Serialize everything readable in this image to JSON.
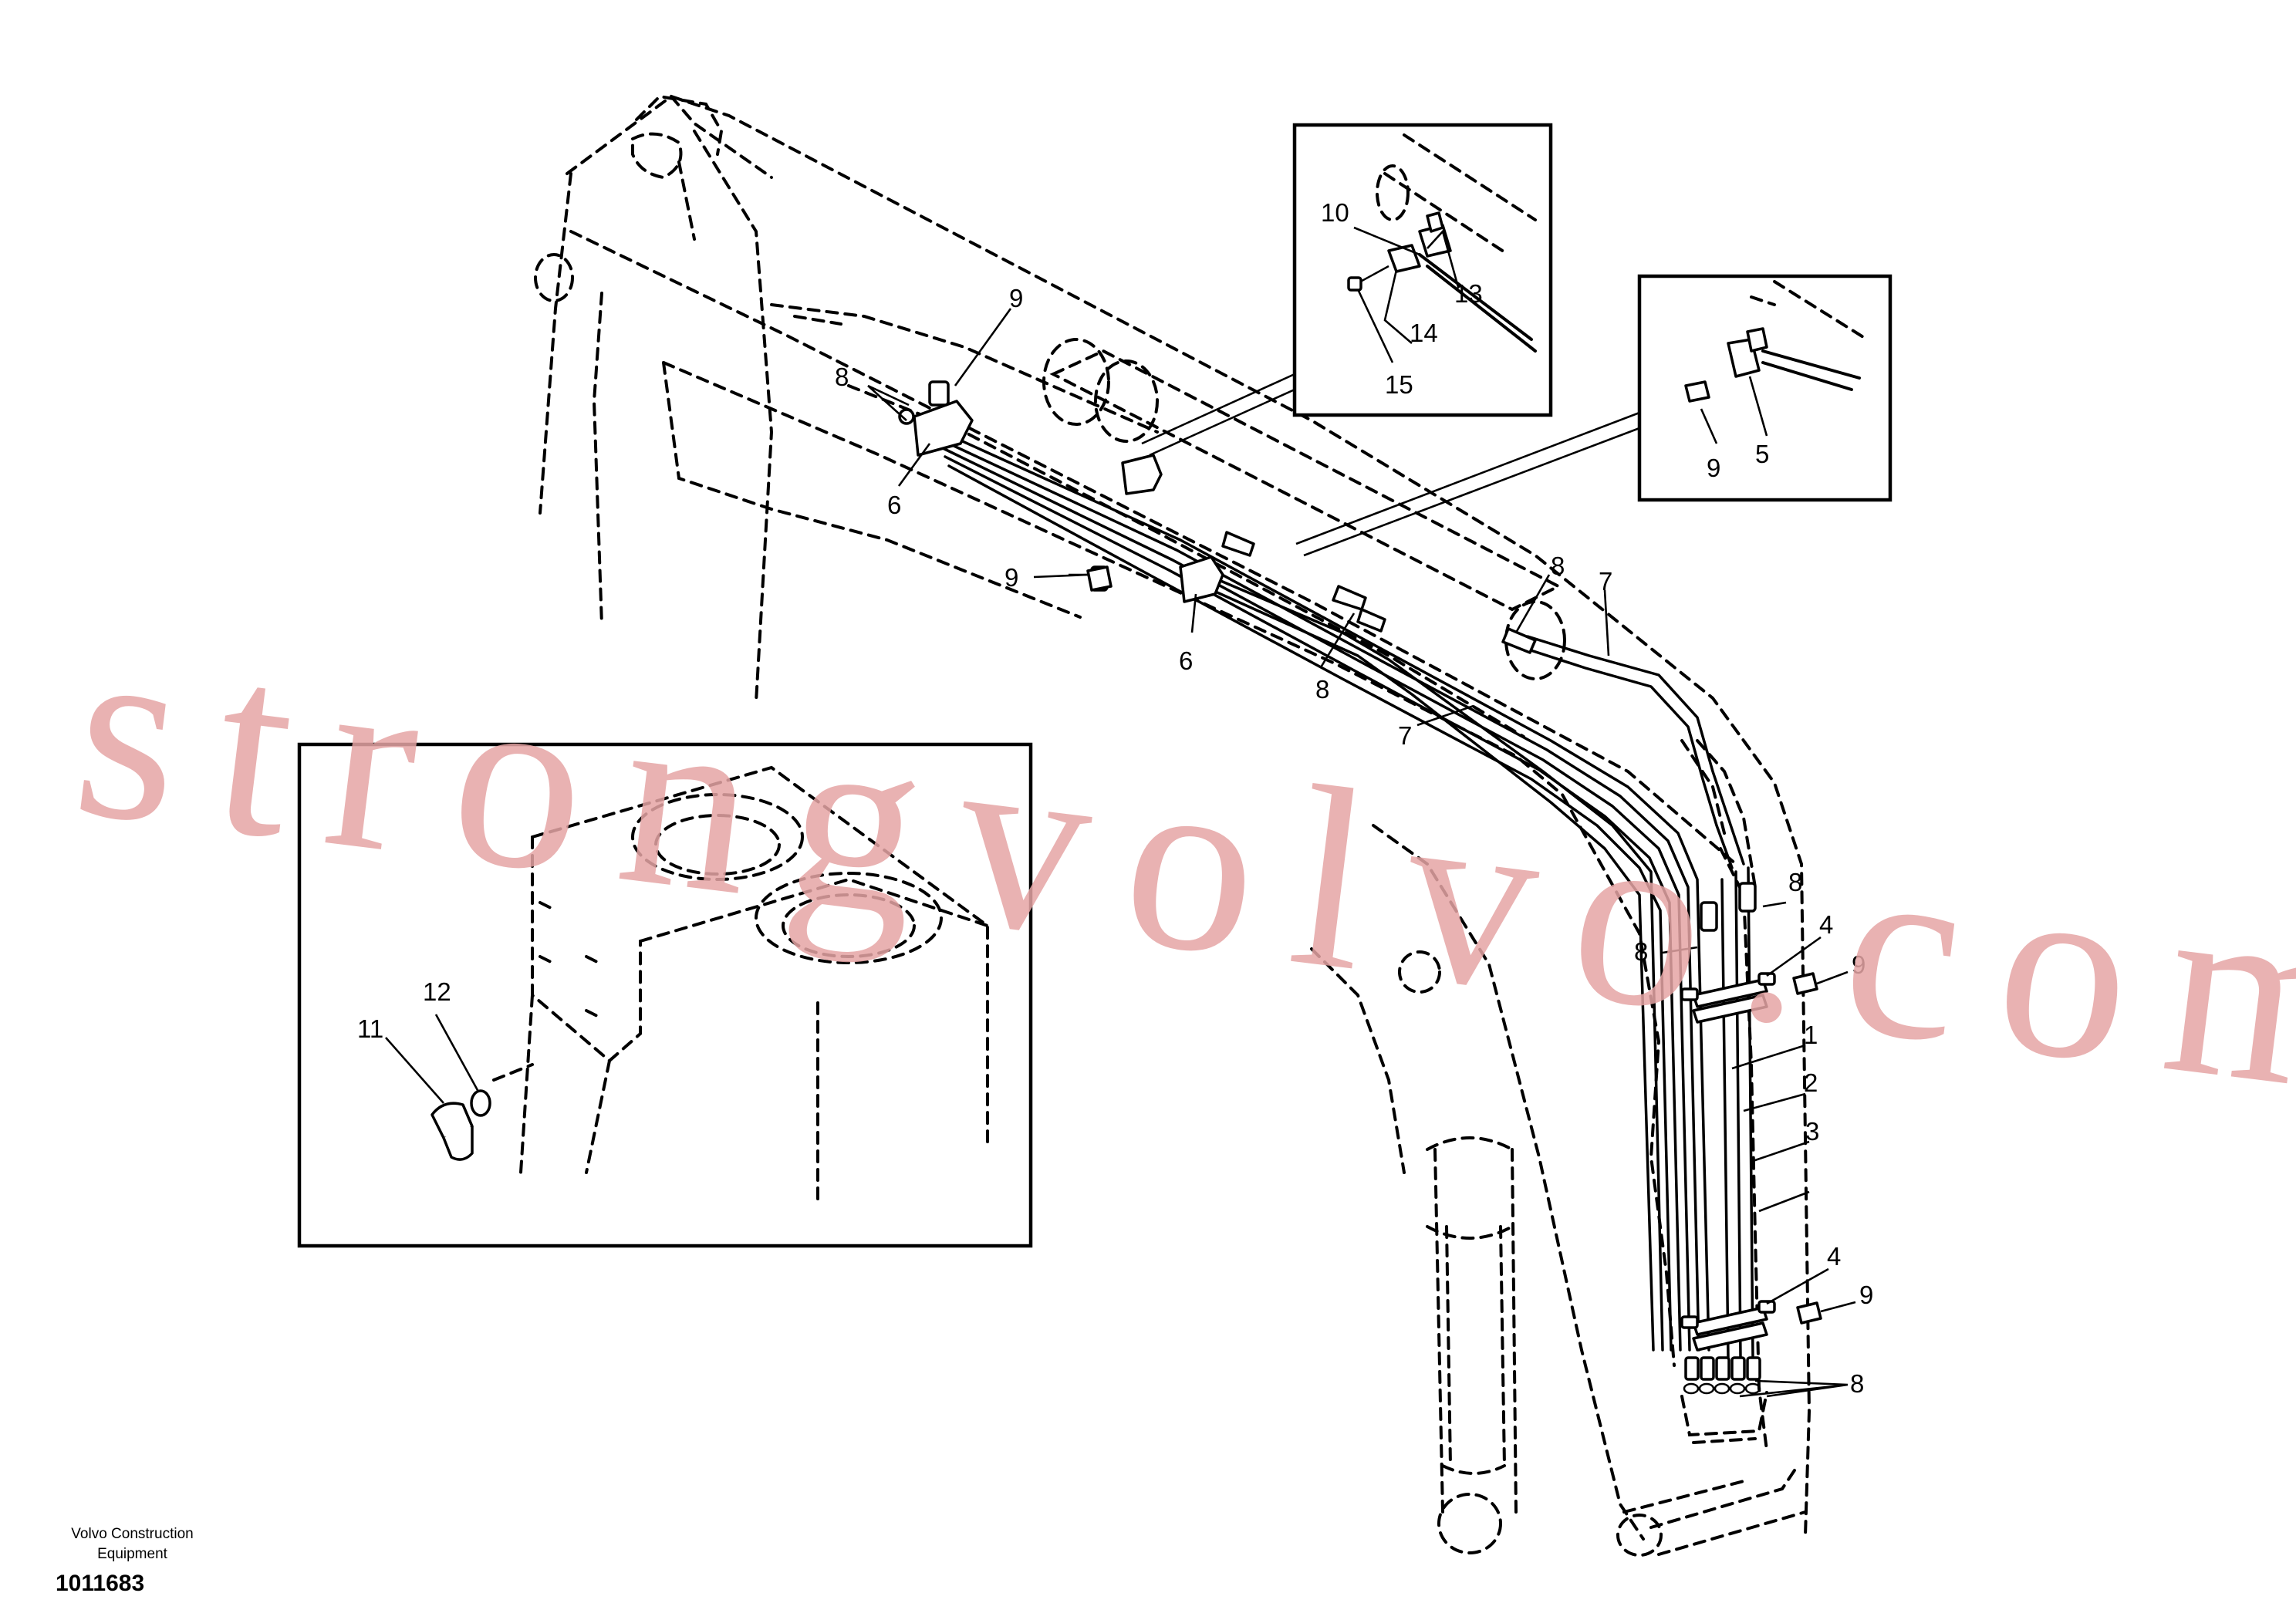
{
  "callouts": {
    "c1": "1",
    "c2": "2",
    "c3": "3",
    "c4a": "4",
    "c4b": "4",
    "c5": "5",
    "c6a": "6",
    "c6b": "6",
    "c7a": "7",
    "c7b": "7",
    "c8a": "8",
    "c8b": "8",
    "c8c": "8",
    "c8d": "8",
    "c8e": "8",
    "c8f": "8",
    "c9a": "9",
    "c9b": "9",
    "c9c": "9",
    "c9d": "9",
    "c9e": "9",
    "c10": "10",
    "c11": "11",
    "c12": "12",
    "c13": "13",
    "c14": "14",
    "c15": "15"
  },
  "watermark": "strongvolvo.com",
  "footer": {
    "brand_line1": "Volvo Construction",
    "brand_line2": "Equipment",
    "doc_number": "1011683"
  }
}
